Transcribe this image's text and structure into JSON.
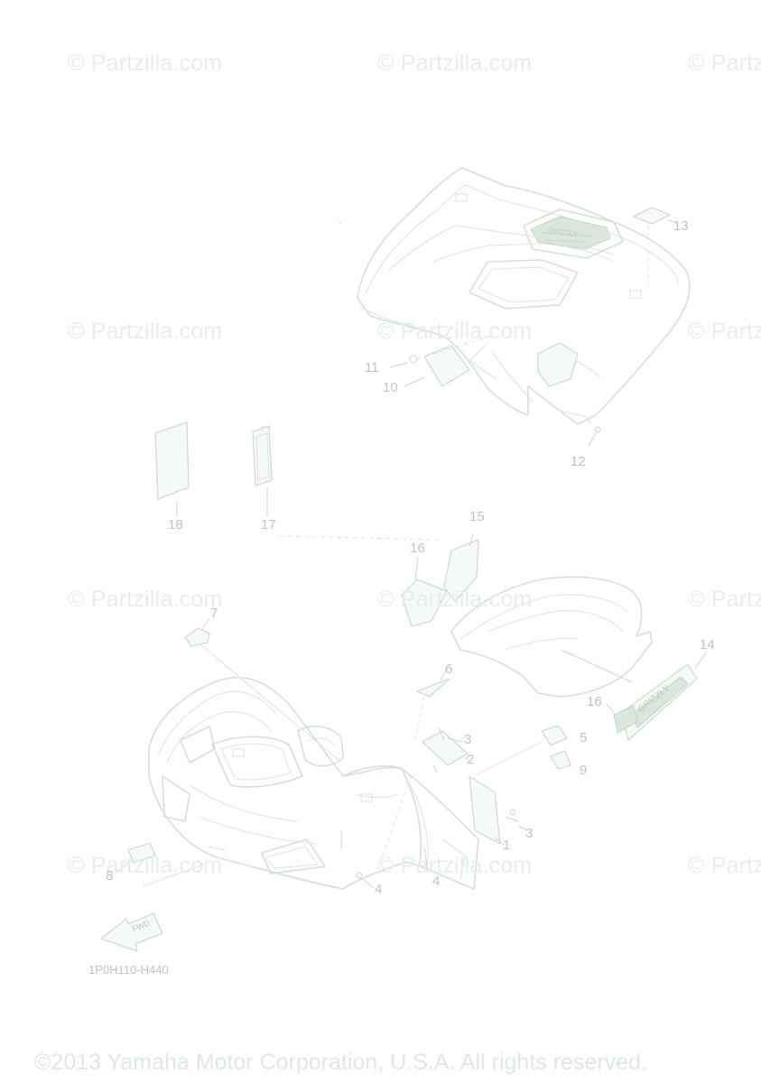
{
  "watermarks": [
    {
      "text": "© Partzilla.com"
    },
    {
      "text": "© Partzilla.com"
    },
    {
      "text": "© Partz"
    },
    {
      "text": "© Partzilla.com"
    },
    {
      "text": "© Partzilla.com"
    },
    {
      "text": "© Partz"
    },
    {
      "text": "© Partzilla.com"
    },
    {
      "text": "© Partzilla.com"
    },
    {
      "text": "© Partz"
    },
    {
      "text": "© Partzilla.com"
    },
    {
      "text": "© Partzilla.com"
    },
    {
      "text": "© Partz"
    }
  ],
  "callouts": [
    "13",
    "11",
    "10",
    "12",
    "18",
    "17",
    "15",
    "16",
    "7",
    "14",
    "6",
    "16",
    "3",
    "2",
    "5",
    "9",
    "3",
    "1",
    "8",
    "4",
    "4"
  ],
  "diagram_code": "1P0H110-H440",
  "copyright": "©2013 Yamaha Motor Corporation, U.S.A. All rights reserved.",
  "labels": {
    "fwd": "FWD",
    "rear_decal": "GRIZZLY",
    "side_decal": "GRIZZLY"
  },
  "colors": {
    "line": "#d3e1d6",
    "text": "#b7c9bc",
    "watermark": "#e6eee8"
  }
}
